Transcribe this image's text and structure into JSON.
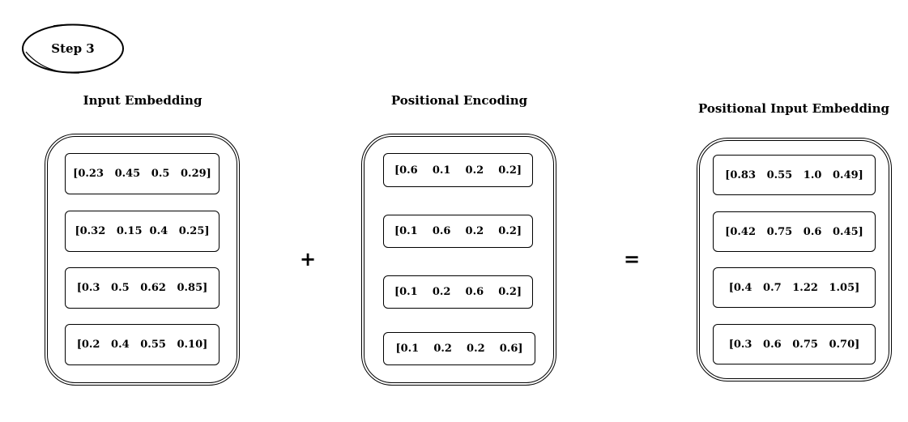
{
  "step": {
    "label": "Step 3"
  },
  "groups": {
    "input": {
      "title": "Input Embedding",
      "vectors": [
        "[0.23   0.45   0.5   0.29]",
        "[0.32   0.15  0.4   0.25]",
        "[0.3   0.5   0.62   0.85]",
        "[0.2   0.4   0.55   0.10]"
      ]
    },
    "positional": {
      "title": "Positional Encoding",
      "vectors": [
        "[0.6    0.1    0.2    0.2]",
        "[0.1    0.6    0.2    0.2]",
        "[0.1    0.2    0.6    0.2]",
        "[0.1    0.2    0.2    0.6]"
      ]
    },
    "result": {
      "title": "Positional Input Embedding",
      "vectors": [
        "[0.83   0.55   1.0   0.49]",
        "[0.42   0.75   0.6   0.45]",
        "[0.4   0.7   1.22   1.05]",
        "[0.3   0.6   0.75   0.70]"
      ]
    }
  },
  "operators": {
    "plus": "+",
    "equals": "="
  }
}
